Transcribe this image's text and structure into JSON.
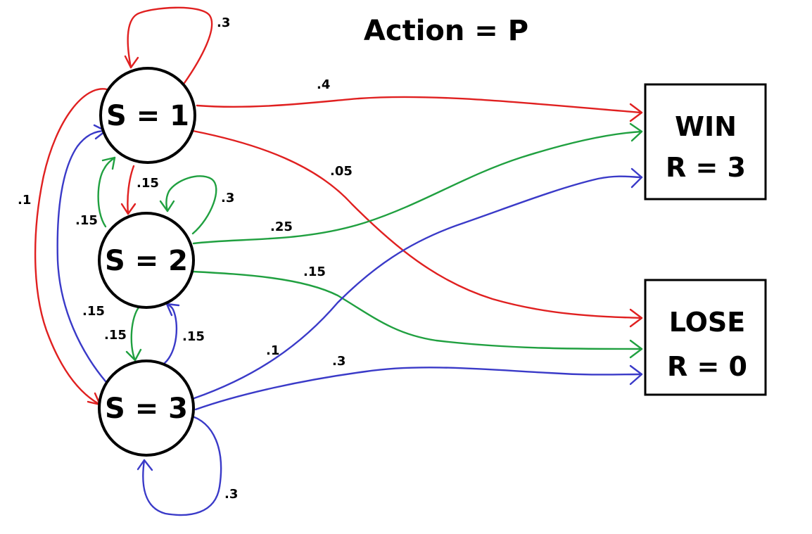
{
  "title": "Action = P",
  "colors": {
    "from_s1": "#e02020",
    "from_s2": "#20a040",
    "from_s3": "#3a3ac8",
    "outline": "#000000",
    "background": "#ffffff"
  },
  "states": {
    "s1": "S = 1",
    "s2": "S = 2",
    "s3": "S = 3"
  },
  "terminals": {
    "win": {
      "name": "WIN",
      "reward": "R = 3"
    },
    "lose": {
      "name": "LOSE",
      "reward": "R = 0"
    }
  },
  "transitions": [
    {
      "from": "S = 1",
      "to": "S = 1",
      "label": ".3"
    },
    {
      "from": "S = 1",
      "to": "WIN",
      "label": ".4"
    },
    {
      "from": "S = 1",
      "to": "LOSE",
      "label": ".05"
    },
    {
      "from": "S = 1",
      "to": "S = 2",
      "label": ".15"
    },
    {
      "from": "S = 1",
      "to": "S = 3",
      "label": ".1"
    },
    {
      "from": "S = 2",
      "to": "S = 1",
      "label": ".15"
    },
    {
      "from": "S = 2",
      "to": "S = 2",
      "label": ".3"
    },
    {
      "from": "S = 2",
      "to": "WIN",
      "label": ".25"
    },
    {
      "from": "S = 2",
      "to": "LOSE",
      "label": ".15"
    },
    {
      "from": "S = 2",
      "to": "S = 3",
      "label": ".15"
    },
    {
      "from": "S = 3",
      "to": "S = 1",
      "label": ".15"
    },
    {
      "from": "S = 3",
      "to": "S = 2",
      "label": ".15"
    },
    {
      "from": "S = 3",
      "to": "WIN",
      "label": ".1"
    },
    {
      "from": "S = 3",
      "to": "LOSE",
      "label": ".3"
    },
    {
      "from": "S = 3",
      "to": "S = 3",
      "label": ".3"
    }
  ]
}
